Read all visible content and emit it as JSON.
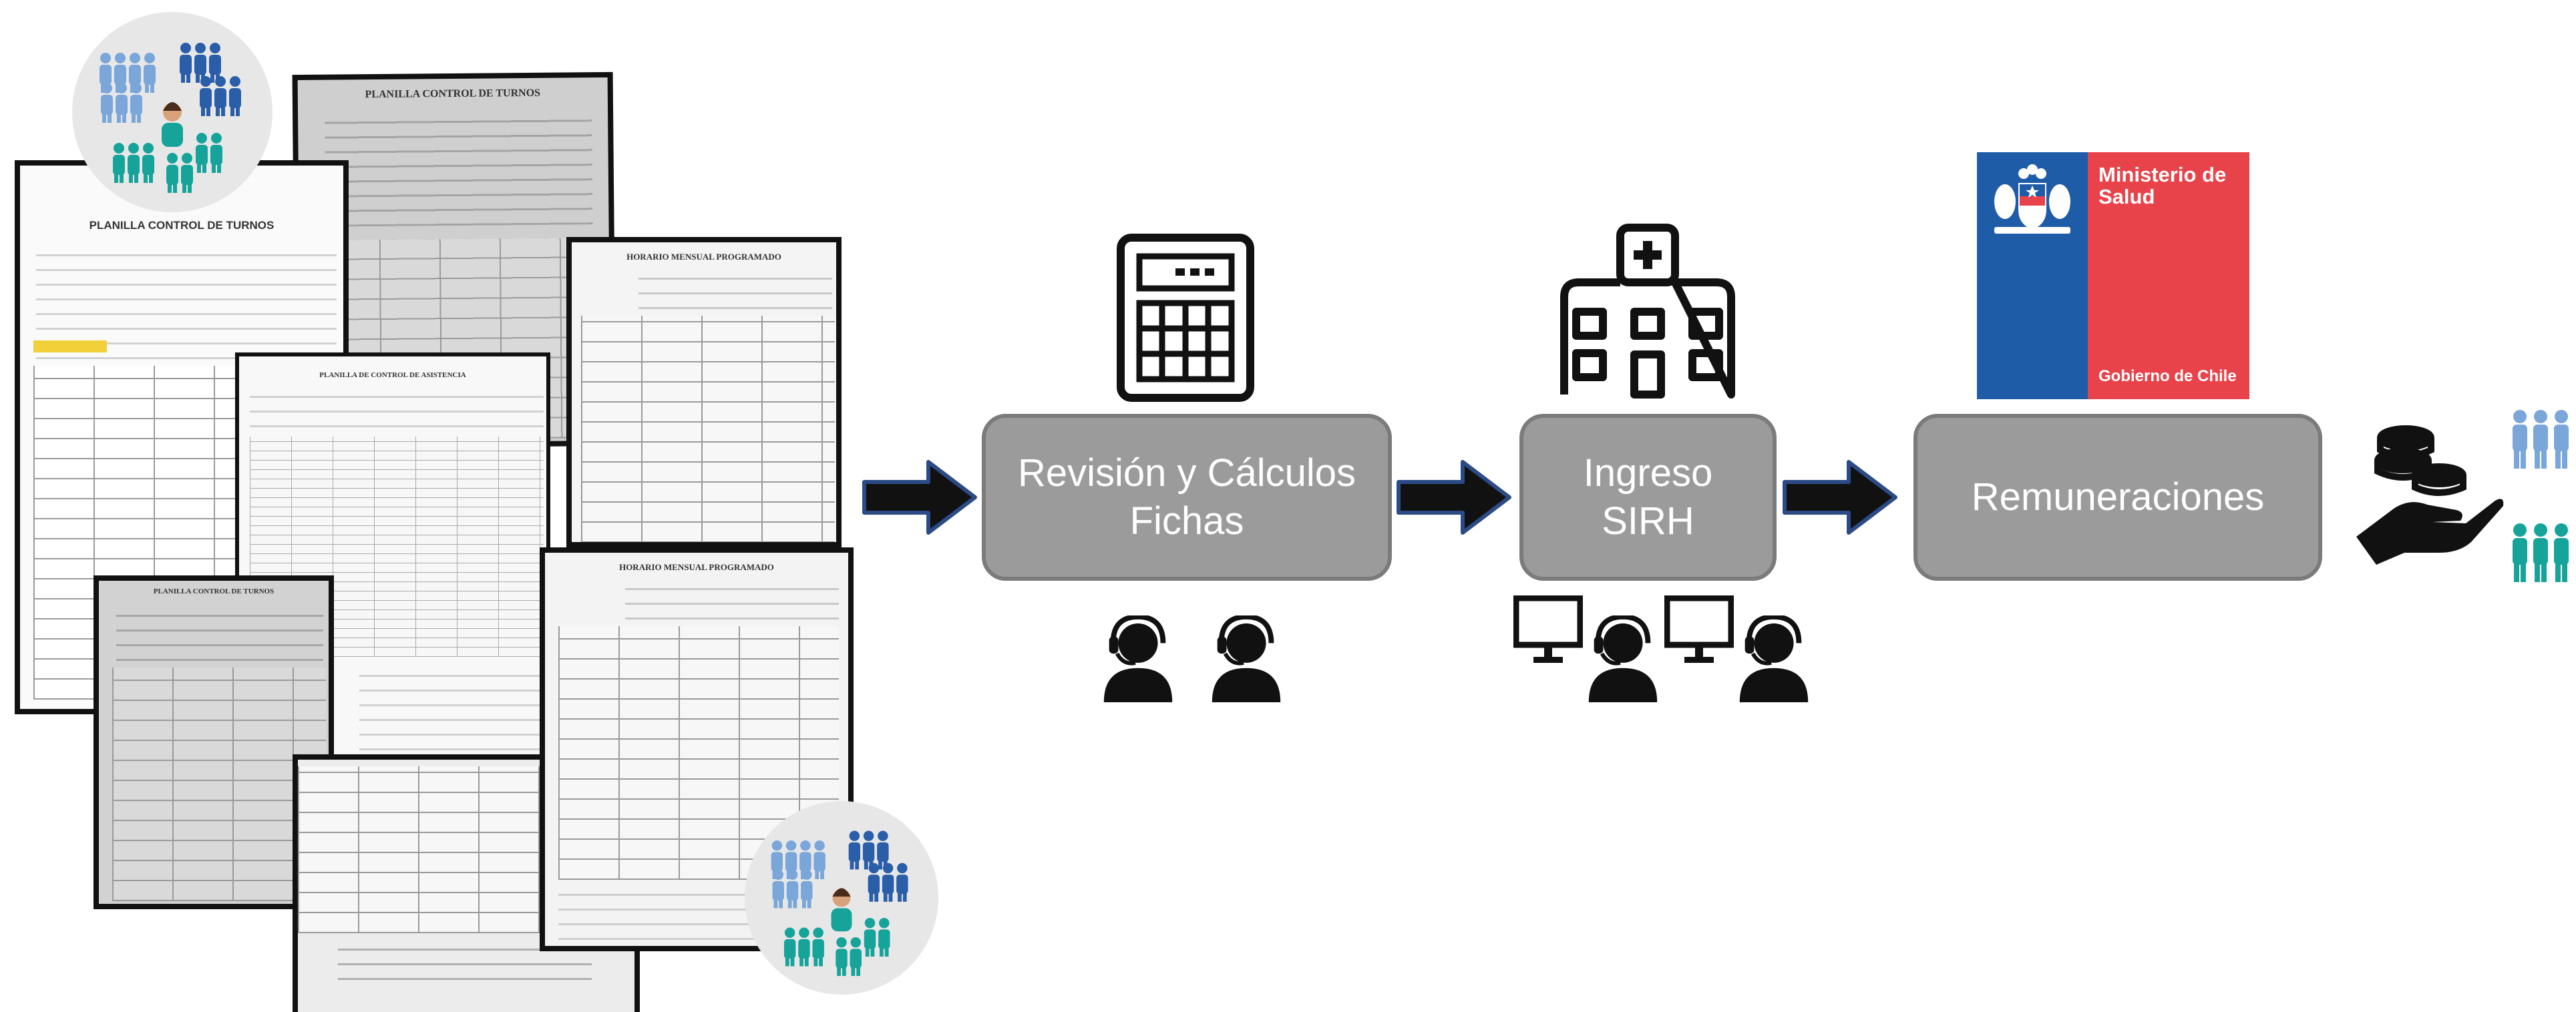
{
  "documents": {
    "planilla_title": "PLANILLA CONTROL DE TURNOS",
    "horario_title": "HORARIO MENSUAL PROGRAMADO",
    "asistencia_title": "PLANILLA DE CONTROL DE ASISTENCIA"
  },
  "steps": [
    {
      "label_line1": "Revisión y Cálculos",
      "label_line2": "Fichas"
    },
    {
      "label_line1": "Ingreso",
      "label_line2": "SIRH"
    },
    {
      "label_line1": "Remuneraciones",
      "label_line2": ""
    }
  ],
  "ministry_logo": {
    "name": "Ministerio de Salud",
    "government": "Gobierno de Chile",
    "colors": {
      "blue": "#1e5ca8",
      "red": "#e8434a"
    }
  },
  "icons": [
    "people-group-icon",
    "calculator-icon",
    "hospital-icon",
    "headset-operator-icon",
    "computer-monitor-icon",
    "coins-hand-icon",
    "people-icon",
    "arrow-right-icon"
  ],
  "colors": {
    "box_fill": "#9b9b9b",
    "box_border": "#7b7b7b",
    "arrow_fill": "#111111",
    "arrow_outline": "#2b4a86",
    "people_light": "#7aa6d9",
    "people_dark": "#2b5ea8",
    "people_teal": "#16a39a"
  }
}
